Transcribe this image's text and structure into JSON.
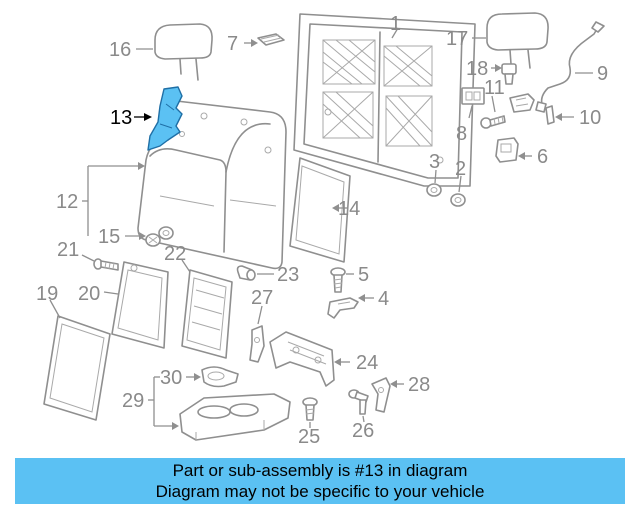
{
  "caption": {
    "line1": "Part or sub-assembly is #13 in diagram",
    "line2": "Diagram may not be specific to your vehicle"
  },
  "highlight_color": "#5bc1f3",
  "highlighted_part": "13",
  "callouts": {
    "c1": "1",
    "c2": "2",
    "c3": "3",
    "c4": "4",
    "c5": "5",
    "c6": "6",
    "c7": "7",
    "c8": "8",
    "c9": "9",
    "c10": "10",
    "c11": "11",
    "c12": "12",
    "c13": "13",
    "c14": "14",
    "c15": "15",
    "c16": "16",
    "c17": "17",
    "c18": "18",
    "c19": "19",
    "c20": "20",
    "c21": "21",
    "c22": "22",
    "c23": "23",
    "c24": "24",
    "c25": "25",
    "c26": "26",
    "c27": "27",
    "c28": "28",
    "c29": "29",
    "c30": "30"
  }
}
